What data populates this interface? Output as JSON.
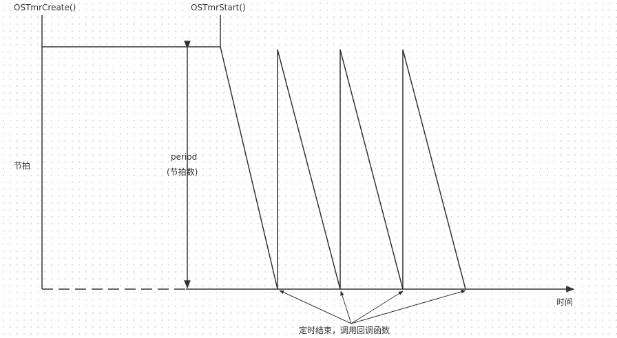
{
  "labels": {
    "create": "OSTmrCreate()",
    "start": "OSTmrStart()",
    "y_axis": "节拍",
    "period": "period",
    "period_unit": "(节拍数)",
    "x_axis": "时间",
    "callback": "定时结束，调用回调函数"
  },
  "colors": {
    "line": "#333333",
    "background": "#ffffff",
    "grid": "#cfd6de"
  }
}
